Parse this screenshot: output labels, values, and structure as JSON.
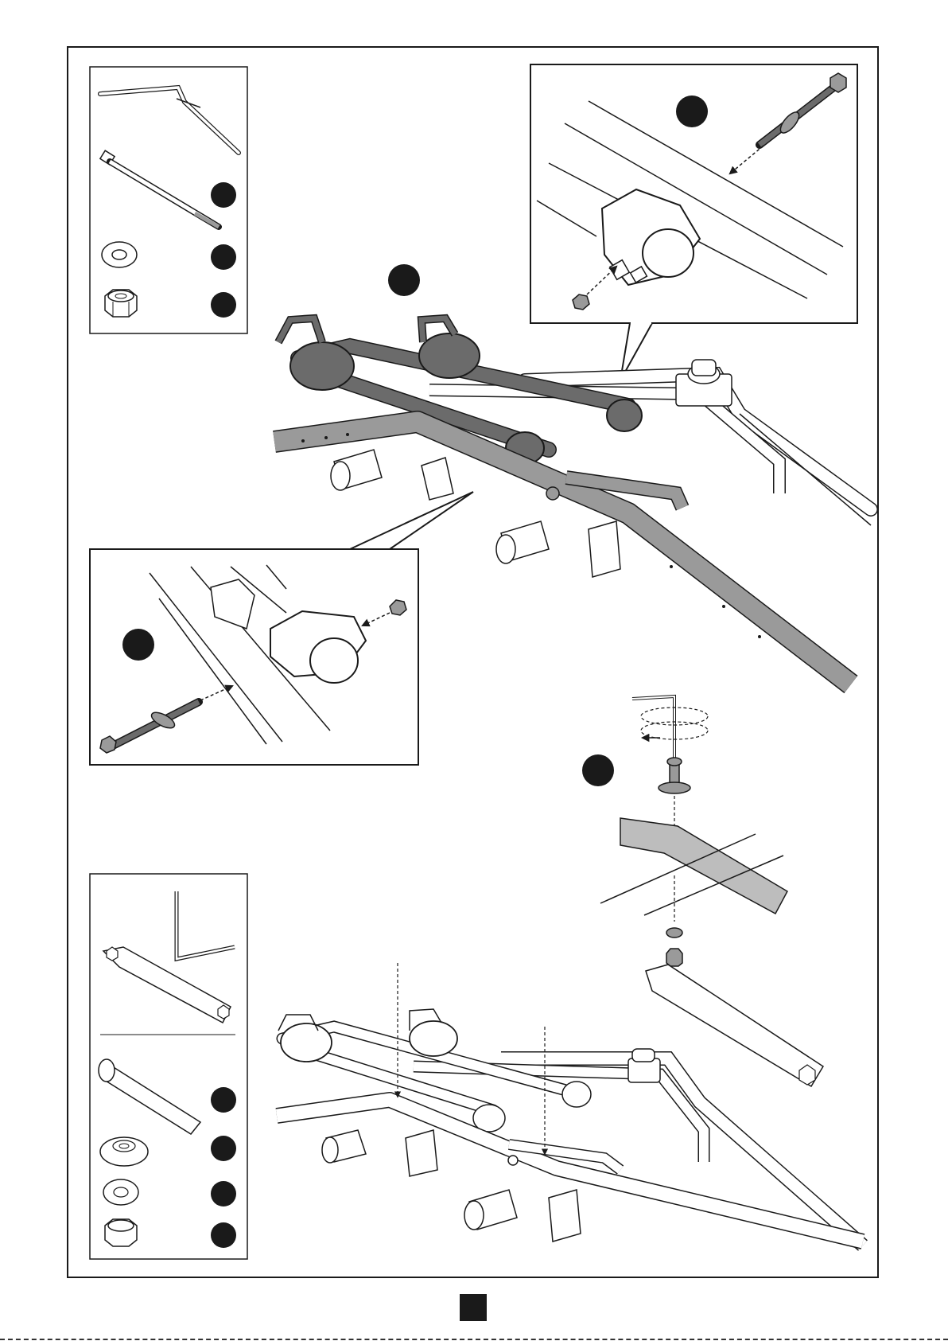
{
  "page": {
    "title": "",
    "colors": {
      "line": "#1a1a1a",
      "part_dark": "#6b6b6b",
      "part_mid": "#9a9a9a",
      "part_light": "#cfcfcf",
      "highlight": "#bdbdbd"
    }
  },
  "step_badges": [
    {
      "id": "badge-main",
      "label": ""
    },
    {
      "id": "badge-inset-top",
      "label": ""
    },
    {
      "id": "badge-inset-left",
      "label": ""
    },
    {
      "id": "badge-bolt-detail",
      "label": ""
    }
  ],
  "parts_list_top": [
    {
      "icon": "cross-bar-icon",
      "quantity": ""
    },
    {
      "icon": "long-bolt-icon",
      "quantity": ""
    },
    {
      "icon": "washer-icon",
      "quantity": ""
    },
    {
      "icon": "lock-nut-icon",
      "quantity": ""
    }
  ],
  "parts_list_bottom": [
    {
      "icon": "allen-key-icon",
      "quantity": ""
    },
    {
      "icon": "wrench-icon",
      "quantity": ""
    },
    {
      "icon": "socket-bolt-icon",
      "quantity": ""
    },
    {
      "icon": "rubber-washer-icon",
      "quantity": ""
    },
    {
      "icon": "flat-washer-icon",
      "quantity": ""
    },
    {
      "icon": "nut-icon",
      "quantity": ""
    }
  ],
  "page_number_marker": ""
}
